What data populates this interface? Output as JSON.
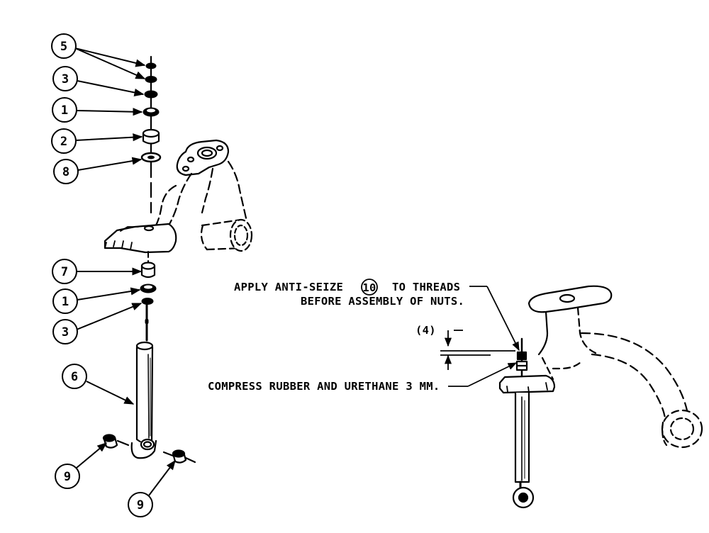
{
  "balloons": [
    {
      "id": "b5",
      "label": "5"
    },
    {
      "id": "b3a",
      "label": "3"
    },
    {
      "id": "b1a",
      "label": "1"
    },
    {
      "id": "b2",
      "label": "2"
    },
    {
      "id": "b8",
      "label": "8"
    },
    {
      "id": "b7",
      "label": "7"
    },
    {
      "id": "b1b",
      "label": "1"
    },
    {
      "id": "b3b",
      "label": "3"
    },
    {
      "id": "b6",
      "label": "6"
    },
    {
      "id": "b9a",
      "label": "9"
    },
    {
      "id": "b9b",
      "label": "9"
    }
  ],
  "notes": {
    "anti_seize_line1": "APPLY ANTI-SEIZE",
    "anti_seize_ref": "10",
    "anti_seize_line1_end": "TO THREADS",
    "anti_seize_line2": "BEFORE ASSEMBLY OF NUTS.",
    "dimension": "(4)",
    "compress": "COMPRESS RUBBER AND URETHANE 3 MM."
  }
}
